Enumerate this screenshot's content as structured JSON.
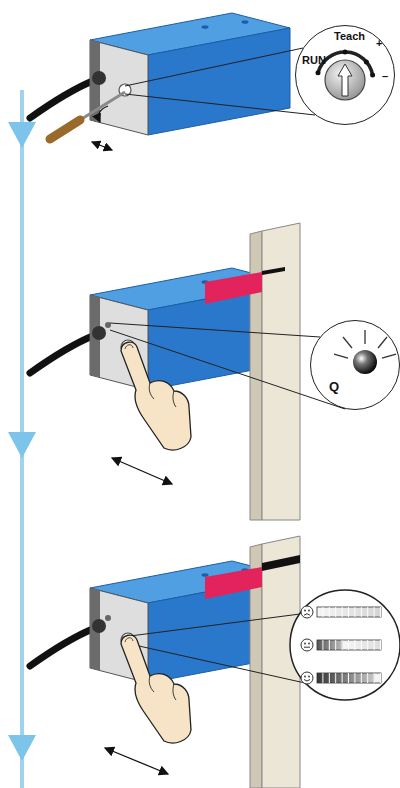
{
  "diagram": {
    "nodes": [
      {
        "text": [
          "Teach",
          "RUN",
          "+",
          "–"
        ]
      },
      {
        "text": [
          "Q"
        ]
      }
    ]
  }
}
